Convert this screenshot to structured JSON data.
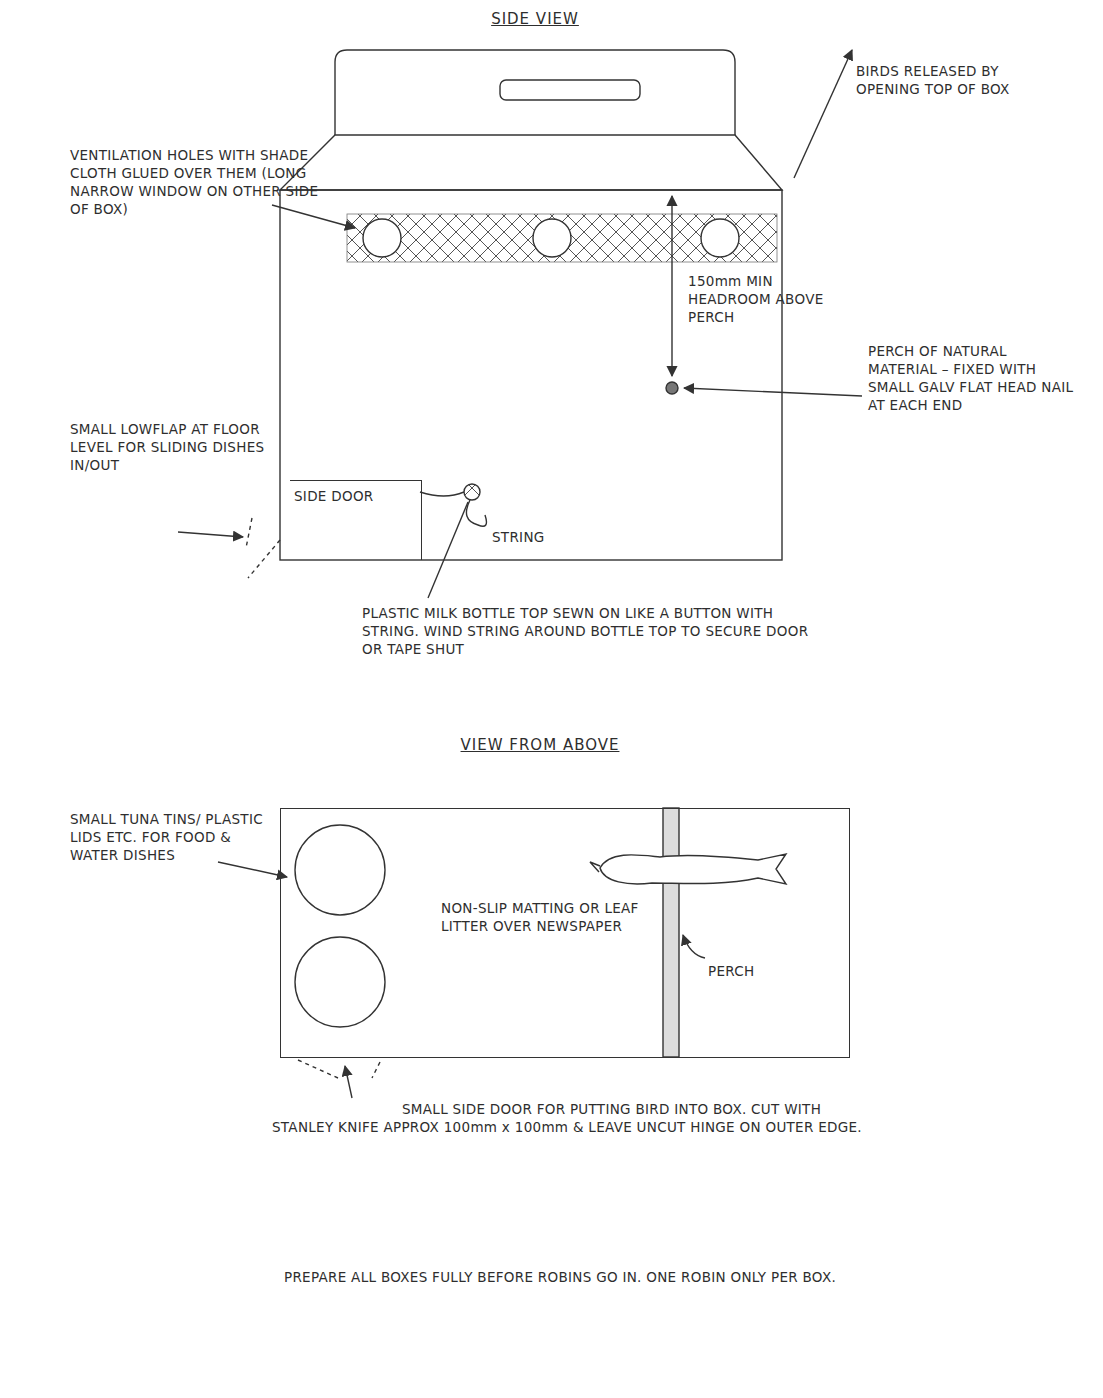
{
  "diagram": {
    "nodes": [
      {
        "text": [
          "SIDE DOOR"
        ]
      },
      {
        "text": [
          "NON-SLIP MATTING OR LEAF LITTER OVER NEWSPAPER"
        ]
      }
    ],
    "labels": [
      "SIDE VIEW",
      "BIRDS RELEASED BY OPENING TOP OF BOX",
      "VENTILATION HOLES WITH SHADE CLOTH GLUED OVER THEM (LONG NARROW WINDOW ON OTHER SIDE OF BOX)",
      "150mm MIN HEADROOM ABOVE PERCH",
      "PERCH OF NATURAL MATERIAL – FIXED WITH SMALL GALV FLAT HEAD NAIL AT EACH END",
      "SMALL LOWFLAP AT FLOOR LEVEL FOR SLIDING DISHES IN/OUT",
      "STRING",
      "PLASTIC MILK BOTTLE TOP SEWN ON LIKE A BUTTON WITH STRING. WIND STRING AROUND BOTTLE TOP TO SECURE DOOR OR TAPE SHUT",
      "VIEW FROM ABOVE",
      "SMALL TUNA TINS/ PLASTIC LIDS ETC. FOR FOOD & WATER DISHES",
      "PERCH",
      "SMALL SIDE DOOR FOR PUTTING BIRD INTO BOX. CUT WITH STANLEY KNIFE APPROX 100mm x 100mm & LEAVE UNCUT HINGE ON OUTER EDGE.",
      "PREPARE ALL BOXES FULLY BEFORE ROBINS GO IN. ONE ROBIN ONLY PER BOX."
    ]
  }
}
